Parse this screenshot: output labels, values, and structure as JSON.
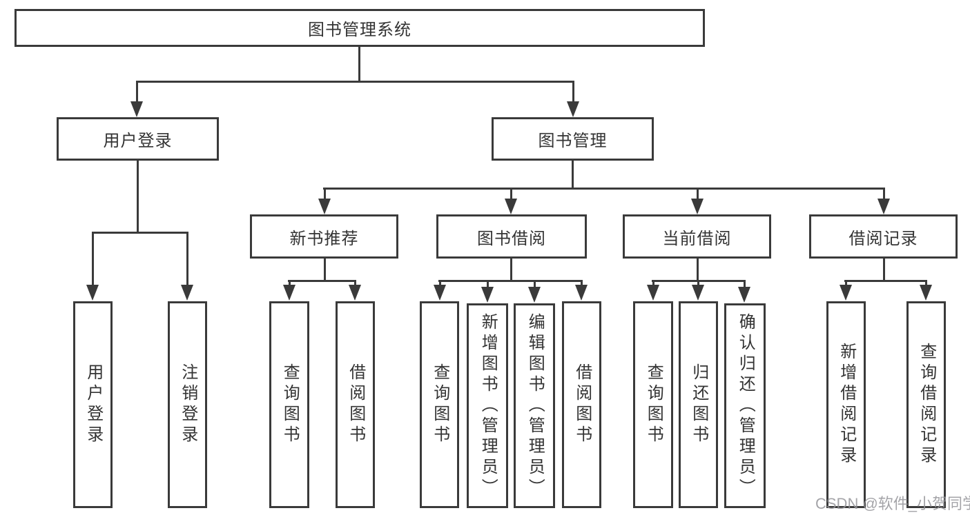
{
  "diagram_type": "hierarchy-tree",
  "nodes": {
    "root": "图书管理系统",
    "user_login": "用户登录",
    "book_mgmt": "图书管理",
    "new_book_rec": "新书推荐",
    "book_borrow": "图书借阅",
    "current_borrow": "当前借阅",
    "borrow_record": "借阅记录",
    "leaf_user_login": "用户登录",
    "leaf_logout": "注销登录",
    "leaf_nb_query": "查询图书",
    "leaf_nb_borrow": "借阅图书",
    "leaf_bb_query": "查询图书",
    "leaf_bb_add": "新增图书（管理员）",
    "leaf_bb_edit": "编辑图书（管理员）",
    "leaf_bb_borrow": "借阅图书",
    "leaf_cb_query": "查询图书",
    "leaf_cb_return": "归还图书",
    "leaf_cb_confirm": "确认归还（管理员）",
    "leaf_br_add": "新增借阅记录",
    "leaf_br_query": "查询借阅记录"
  },
  "tree": {
    "图书管理系统": {
      "用户登录": [
        "用户登录",
        "注销登录"
      ],
      "图书管理": {
        "新书推荐": [
          "查询图书",
          "借阅图书"
        ],
        "图书借阅": [
          "查询图书",
          "新增图书（管理员）",
          "编辑图书（管理员）",
          "借阅图书"
        ],
        "当前借阅": [
          "查询图书",
          "归还图书",
          "确认归还（管理员）"
        ],
        "借阅记录": [
          "新增借阅记录",
          "查询借阅记录"
        ]
      }
    }
  },
  "watermark": "CSDN @软件_小贺同学",
  "colors": {
    "line": "#3a3a3a",
    "text": "#333333",
    "background": "#ffffff",
    "watermark_text": "#949499"
  }
}
